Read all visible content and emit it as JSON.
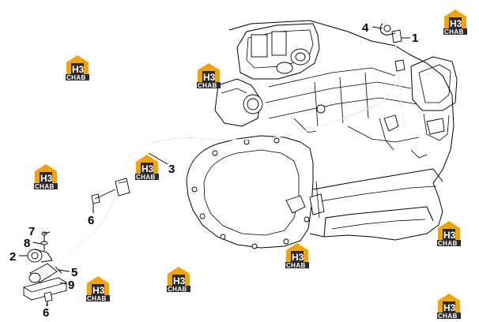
{
  "diagram": {
    "callouts": {
      "c1": "1",
      "c2": "2",
      "c3": "3",
      "c4": "4",
      "c5": "5",
      "c6a": "6",
      "c6b": "6",
      "c7": "7",
      "c8": "8",
      "c9": "9"
    },
    "watermark": {
      "logo_text": "H3",
      "brand_text": "CHAB",
      "count": 10
    },
    "colors": {
      "watermark_orange": "#F5A300",
      "watermark_dark": "#2B2B2B",
      "line": "#000000"
    }
  }
}
